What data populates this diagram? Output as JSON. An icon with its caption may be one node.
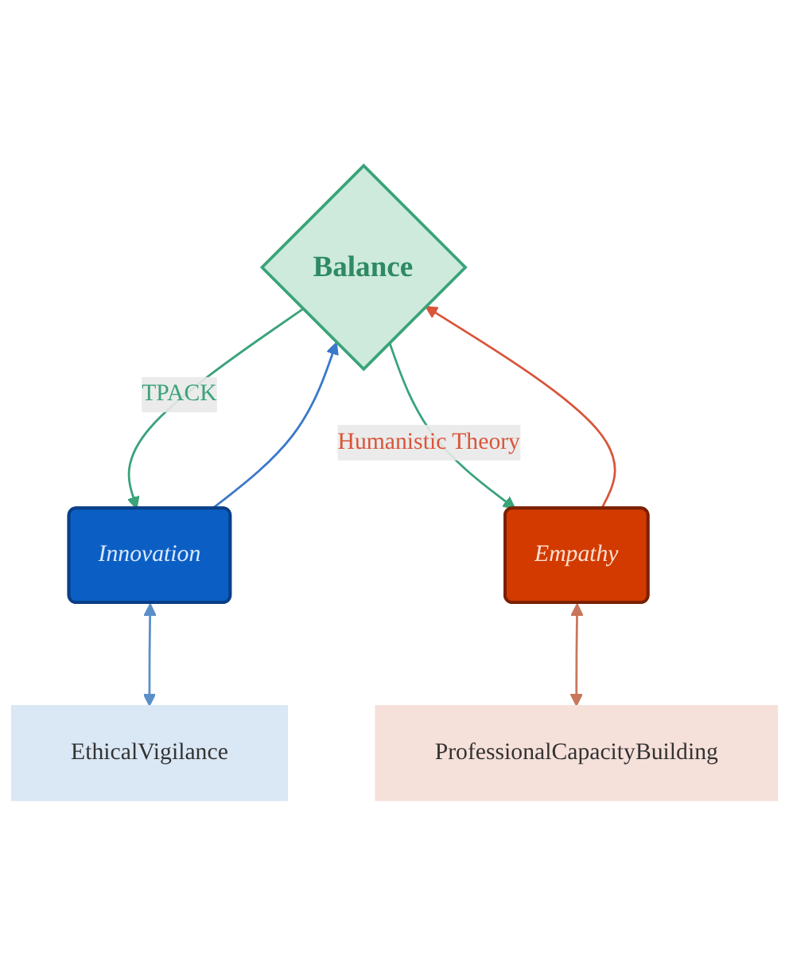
{
  "diagram": {
    "nodes": [
      {
        "text": [
          "Balance"
        ]
      },
      {
        "text": [
          "Innovation"
        ]
      },
      {
        "text": [
          "Empathy"
        ]
      },
      {
        "text": [
          "EthicalVigilance"
        ]
      },
      {
        "text": [
          "ProfessionalCapacityBuilding"
        ]
      }
    ],
    "edges": [
      {
        "from": 0,
        "to": 1,
        "arrow": "to",
        "label": "TPACK",
        "color": "#3aa37a"
      },
      {
        "from": 0,
        "to": 2,
        "arrow": "to",
        "label": "Humanistic Theory",
        "color": "#3aa37a"
      },
      {
        "from": 1,
        "to": 0,
        "arrow": "to",
        "color": "#3a78c9"
      },
      {
        "from": 2,
        "to": 0,
        "arrow": "to",
        "color": "#d9553a"
      },
      {
        "from": 1,
        "to": 3,
        "arrow": "both",
        "color": "#5b8fc9"
      },
      {
        "from": 2,
        "to": 4,
        "arrow": "both",
        "color": "#c9775b"
      }
    ]
  }
}
